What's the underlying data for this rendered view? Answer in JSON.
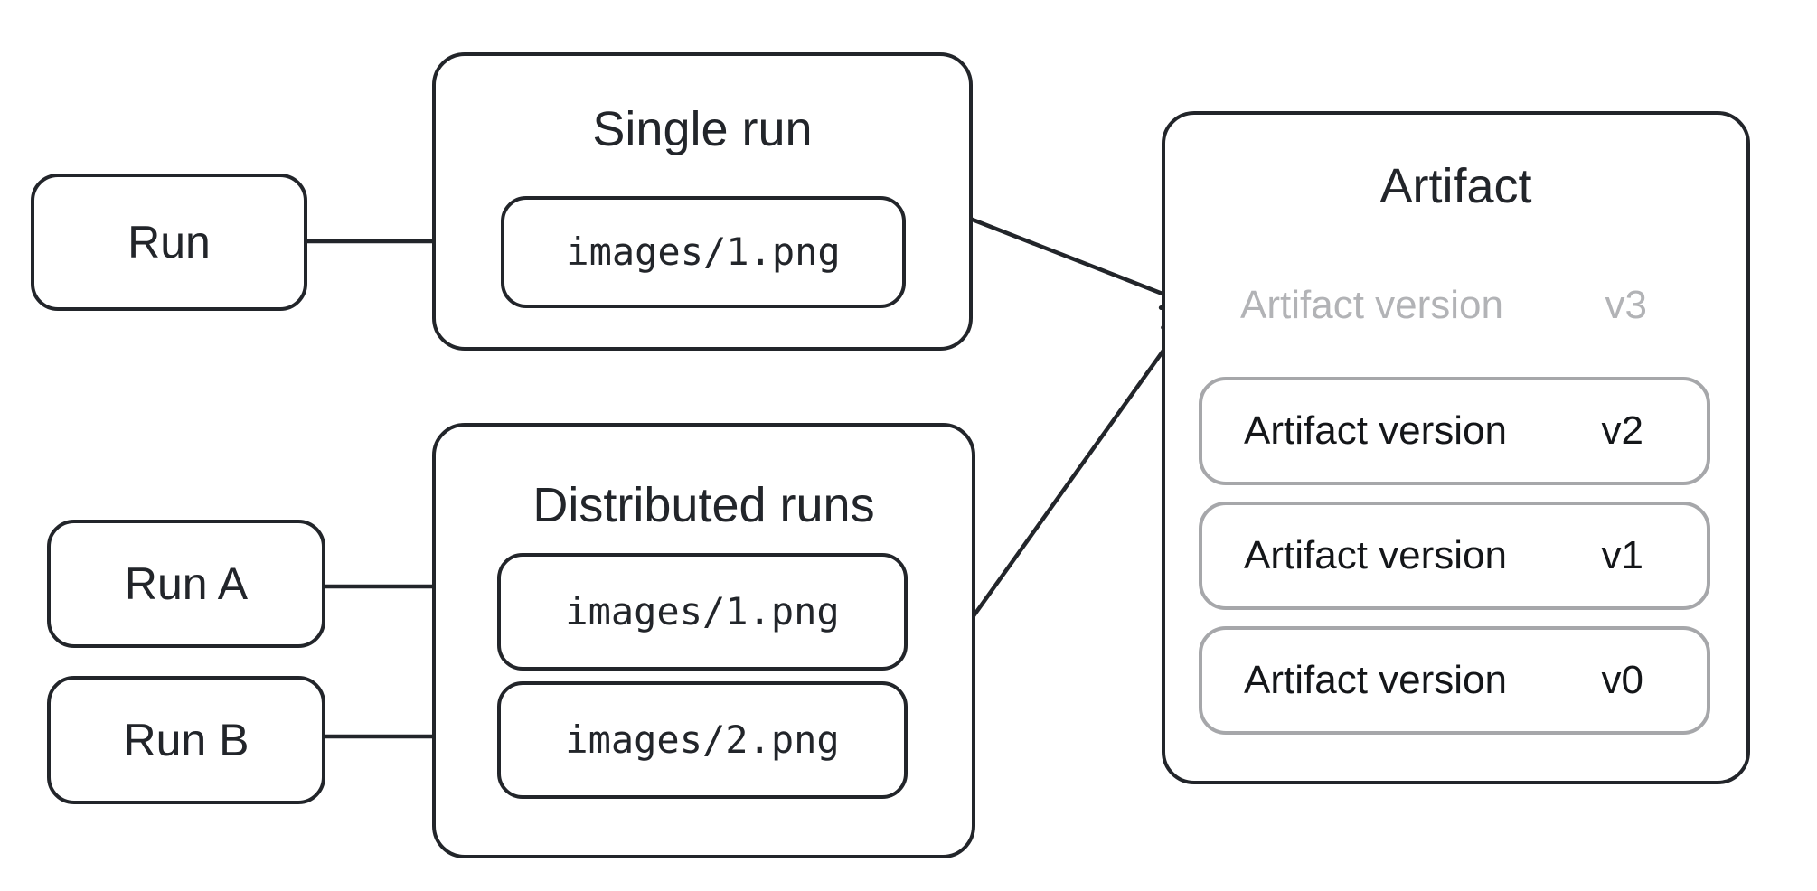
{
  "colors": {
    "ink": "#22252a",
    "gray_border": "#a6a7aa",
    "gray_text": "#b2b3b6"
  },
  "nodes": {
    "run": "Run",
    "run_a": "Run A",
    "run_b": "Run B"
  },
  "single_run": {
    "title": "Single run",
    "file": "images/1.png"
  },
  "distributed_runs": {
    "title": "Distributed runs",
    "file_1": "images/1.png",
    "file_2": "images/2.png"
  },
  "artifact": {
    "title": "Artifact",
    "versions": [
      {
        "label": "Artifact version",
        "tag": "v3"
      },
      {
        "label": "Artifact version",
        "tag": "v2"
      },
      {
        "label": "Artifact version",
        "tag": "v1"
      },
      {
        "label": "Artifact version",
        "tag": "v0"
      }
    ]
  }
}
